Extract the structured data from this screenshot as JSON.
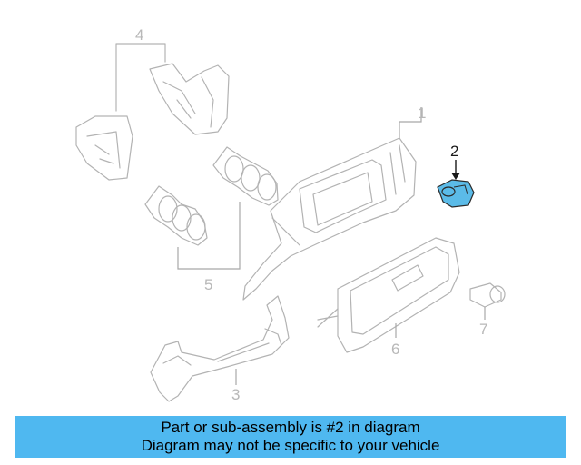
{
  "callouts": {
    "c1": "1",
    "c2": "2",
    "c3": "3",
    "c4": "4",
    "c5": "5",
    "c6": "6",
    "c7": "7"
  },
  "highlight_color": "#5bbbe8",
  "banner": {
    "line1": "Part or sub-assembly is #2 in diagram",
    "line2": "Diagram may not be specific to your vehicle",
    "background": "#4fb8f0"
  }
}
